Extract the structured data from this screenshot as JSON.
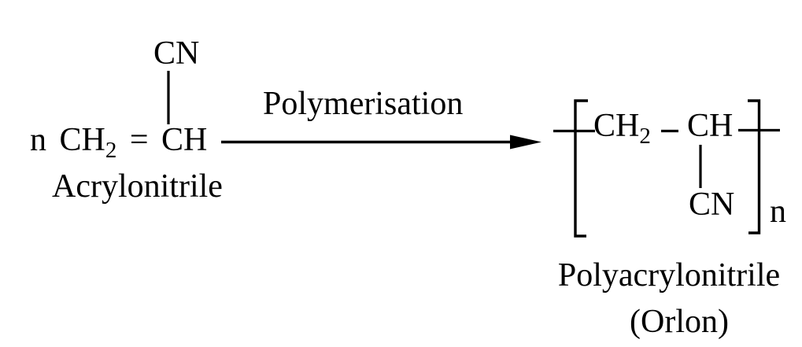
{
  "colors": {
    "ink": "#000000",
    "background": "#ffffff"
  },
  "reaction": {
    "reactant": {
      "formula_prefix": "n CH",
      "formula_subscript": "2",
      "formula_suffix": " = CH",
      "substituent": "CN",
      "name": "Acrylonitrile"
    },
    "arrow_label": "Polymerisation",
    "product": {
      "unit_first": "CH",
      "unit_first_subscript": "2",
      "bond_between": "-",
      "unit_second": "CH",
      "substituent": "CN",
      "repeat_subscript": "n",
      "name": "Polyacrylonitrile",
      "trade_name": "(Orlon)"
    }
  }
}
